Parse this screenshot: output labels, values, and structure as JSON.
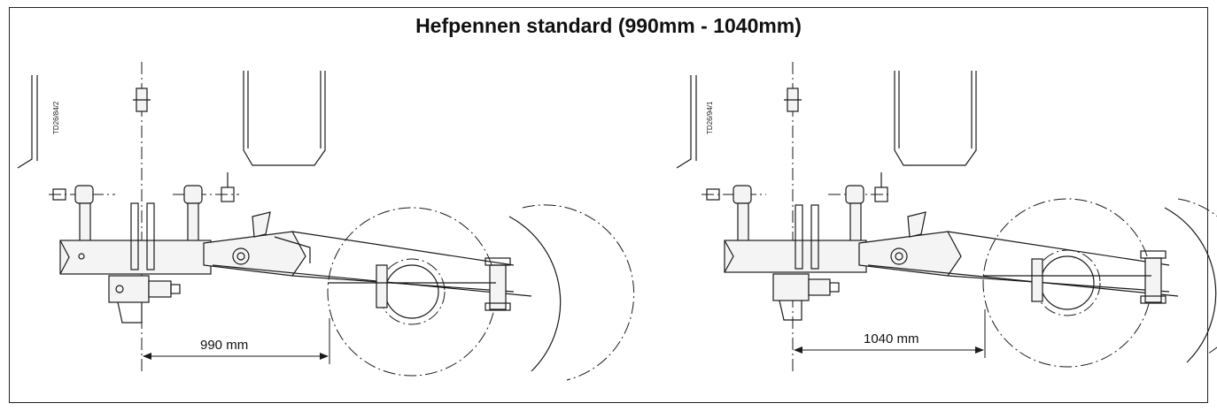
{
  "title": "Hefpennen standard (990mm - 1040mm)",
  "left": {
    "code": "TD26/84/2",
    "dimension": "990  mm"
  },
  "right": {
    "code": "TD26/94/1",
    "dimension": "1040 mm"
  }
}
